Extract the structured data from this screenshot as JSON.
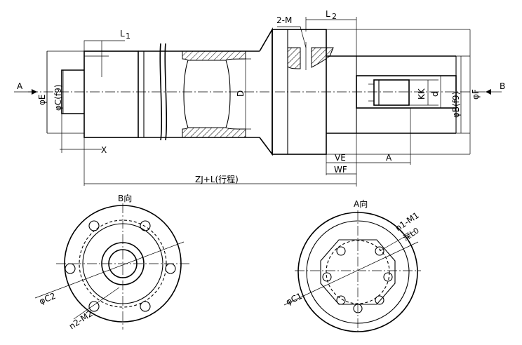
{
  "labels": {
    "two_m": "2-M",
    "l2": "L",
    "l2_sub": "2",
    "l1": "L",
    "l1_sub": "1",
    "phi_e": "φE",
    "phi_c_f9": "φC(f9)",
    "d_bore": "D",
    "kk": "KK",
    "d_rod": "d",
    "phi_b_f9": "φB(f9)",
    "phi_f": "φF",
    "x": "X",
    "ve": "VE",
    "wf": "WF",
    "a_dim": "A",
    "zj": "ZJ+L(行程)",
    "arrow_a": "A",
    "arrow_b": "B",
    "view_b": "B向",
    "view_a": "A向",
    "phi_c2": "φC2",
    "n2_m2": "n2-M2",
    "phi_c1": "φC1",
    "n1_m1": "n1-M1",
    "depth_l0": "深L0"
  }
}
